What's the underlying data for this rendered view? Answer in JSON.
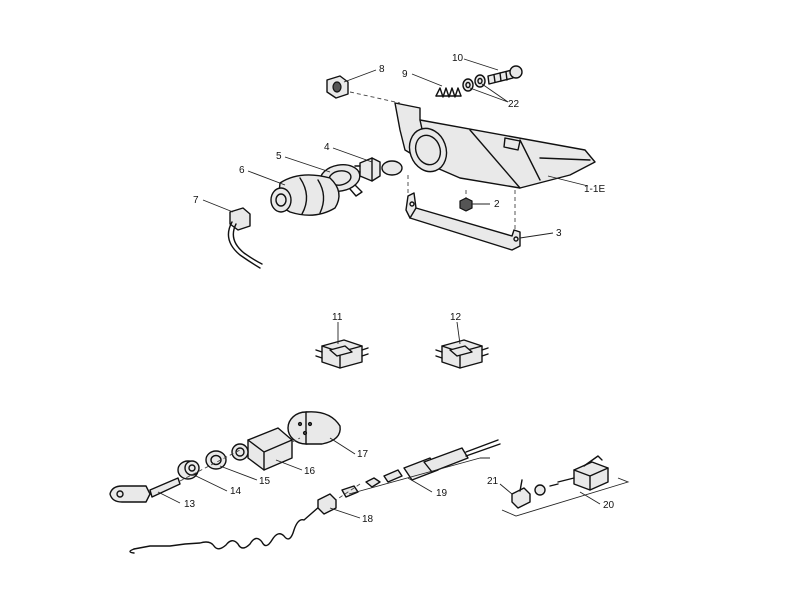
{
  "callouts": {
    "c1": "1-1E",
    "c2": "2",
    "c3": "3",
    "c4": "4",
    "c5": "5",
    "c6": "6",
    "c7": "7",
    "c8": "8",
    "c9": "9",
    "c10": "10",
    "c11": "11",
    "c12": "12",
    "c13": "13",
    "c14": "14",
    "c15": "15",
    "c16": "16",
    "c17": "17",
    "c18": "18",
    "c19": "19",
    "c20": "20",
    "c21": "21",
    "c22": "22"
  }
}
